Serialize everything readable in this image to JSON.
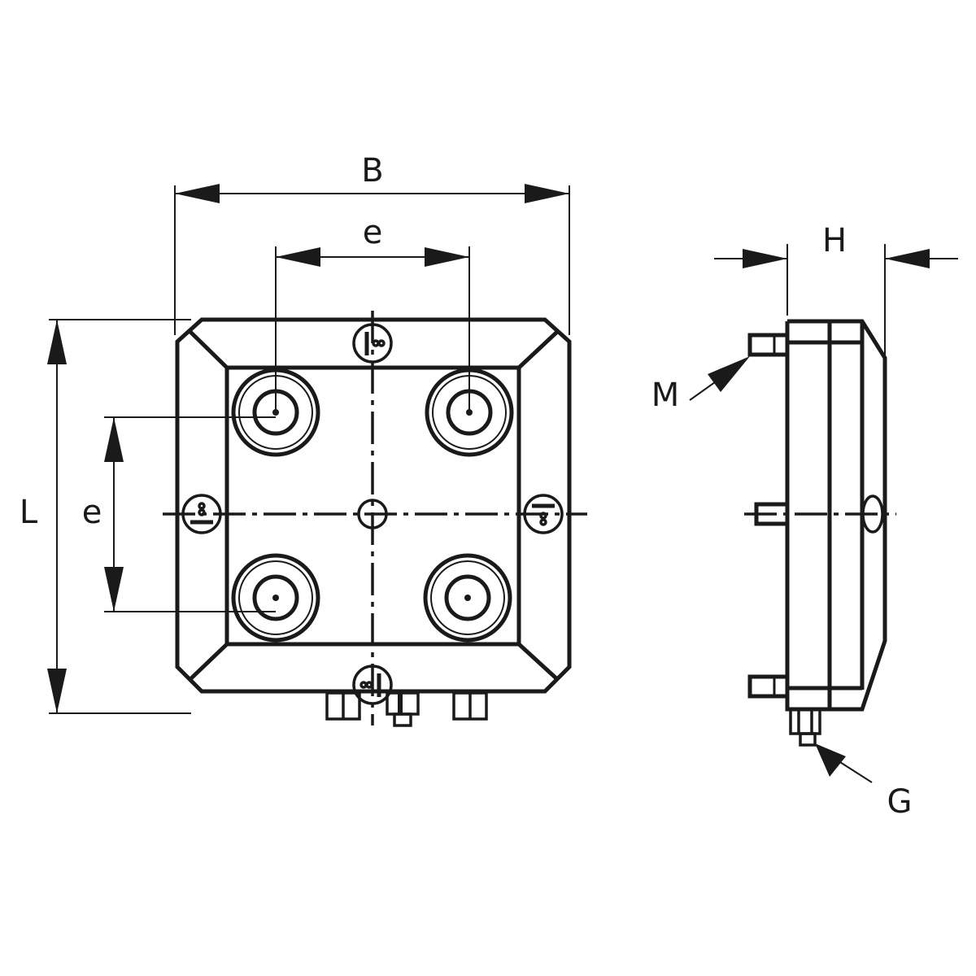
{
  "labels": {
    "width": "B",
    "pitch_horizontal": "e",
    "length": "L",
    "pitch_vertical": "e",
    "height": "H",
    "thread": "M",
    "connection": "G"
  },
  "colors": {
    "line": "#1a1a1a",
    "background": "#ffffff"
  }
}
